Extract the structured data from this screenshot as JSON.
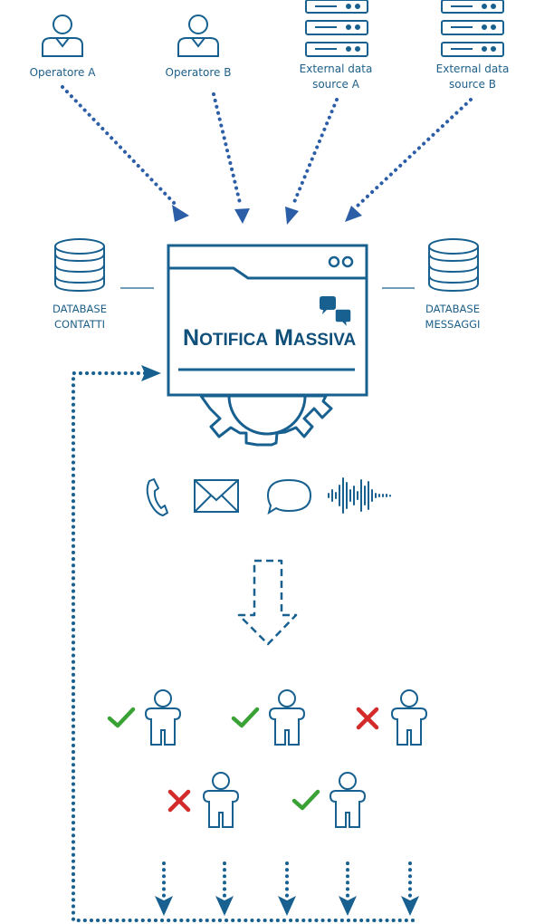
{
  "sources": [
    {
      "icon": "person-icon",
      "label": "Operatore A"
    },
    {
      "icon": "person-icon",
      "label": "Operatore B"
    },
    {
      "icon": "server-icon",
      "label_lines": [
        "External data",
        "source A"
      ]
    },
    {
      "icon": "server-icon",
      "label_lines": [
        "External data",
        "source B"
      ]
    }
  ],
  "databases": {
    "left": {
      "label_lines": [
        "DATABASE",
        "CONTATTI"
      ]
    },
    "right": {
      "label_lines": [
        "DATABASE",
        "MESSAGGI"
      ]
    }
  },
  "app": {
    "brand_first_initial": "N",
    "brand_first_rest": "OTIFICA",
    "brand_second_initial": "M",
    "brand_second_rest": "ASSIVA"
  },
  "channels": [
    "phone-icon",
    "email-icon",
    "chat-icon",
    "voice-waveform-icon"
  ],
  "recipients": [
    {
      "status": "delivered"
    },
    {
      "status": "delivered"
    },
    {
      "status": "failed"
    },
    {
      "status": "failed"
    },
    {
      "status": "delivered"
    }
  ],
  "colors": {
    "primary": "#17608f",
    "arrow": "#2c5ea8",
    "check": "#3aa235",
    "cross": "#d42a2a"
  }
}
